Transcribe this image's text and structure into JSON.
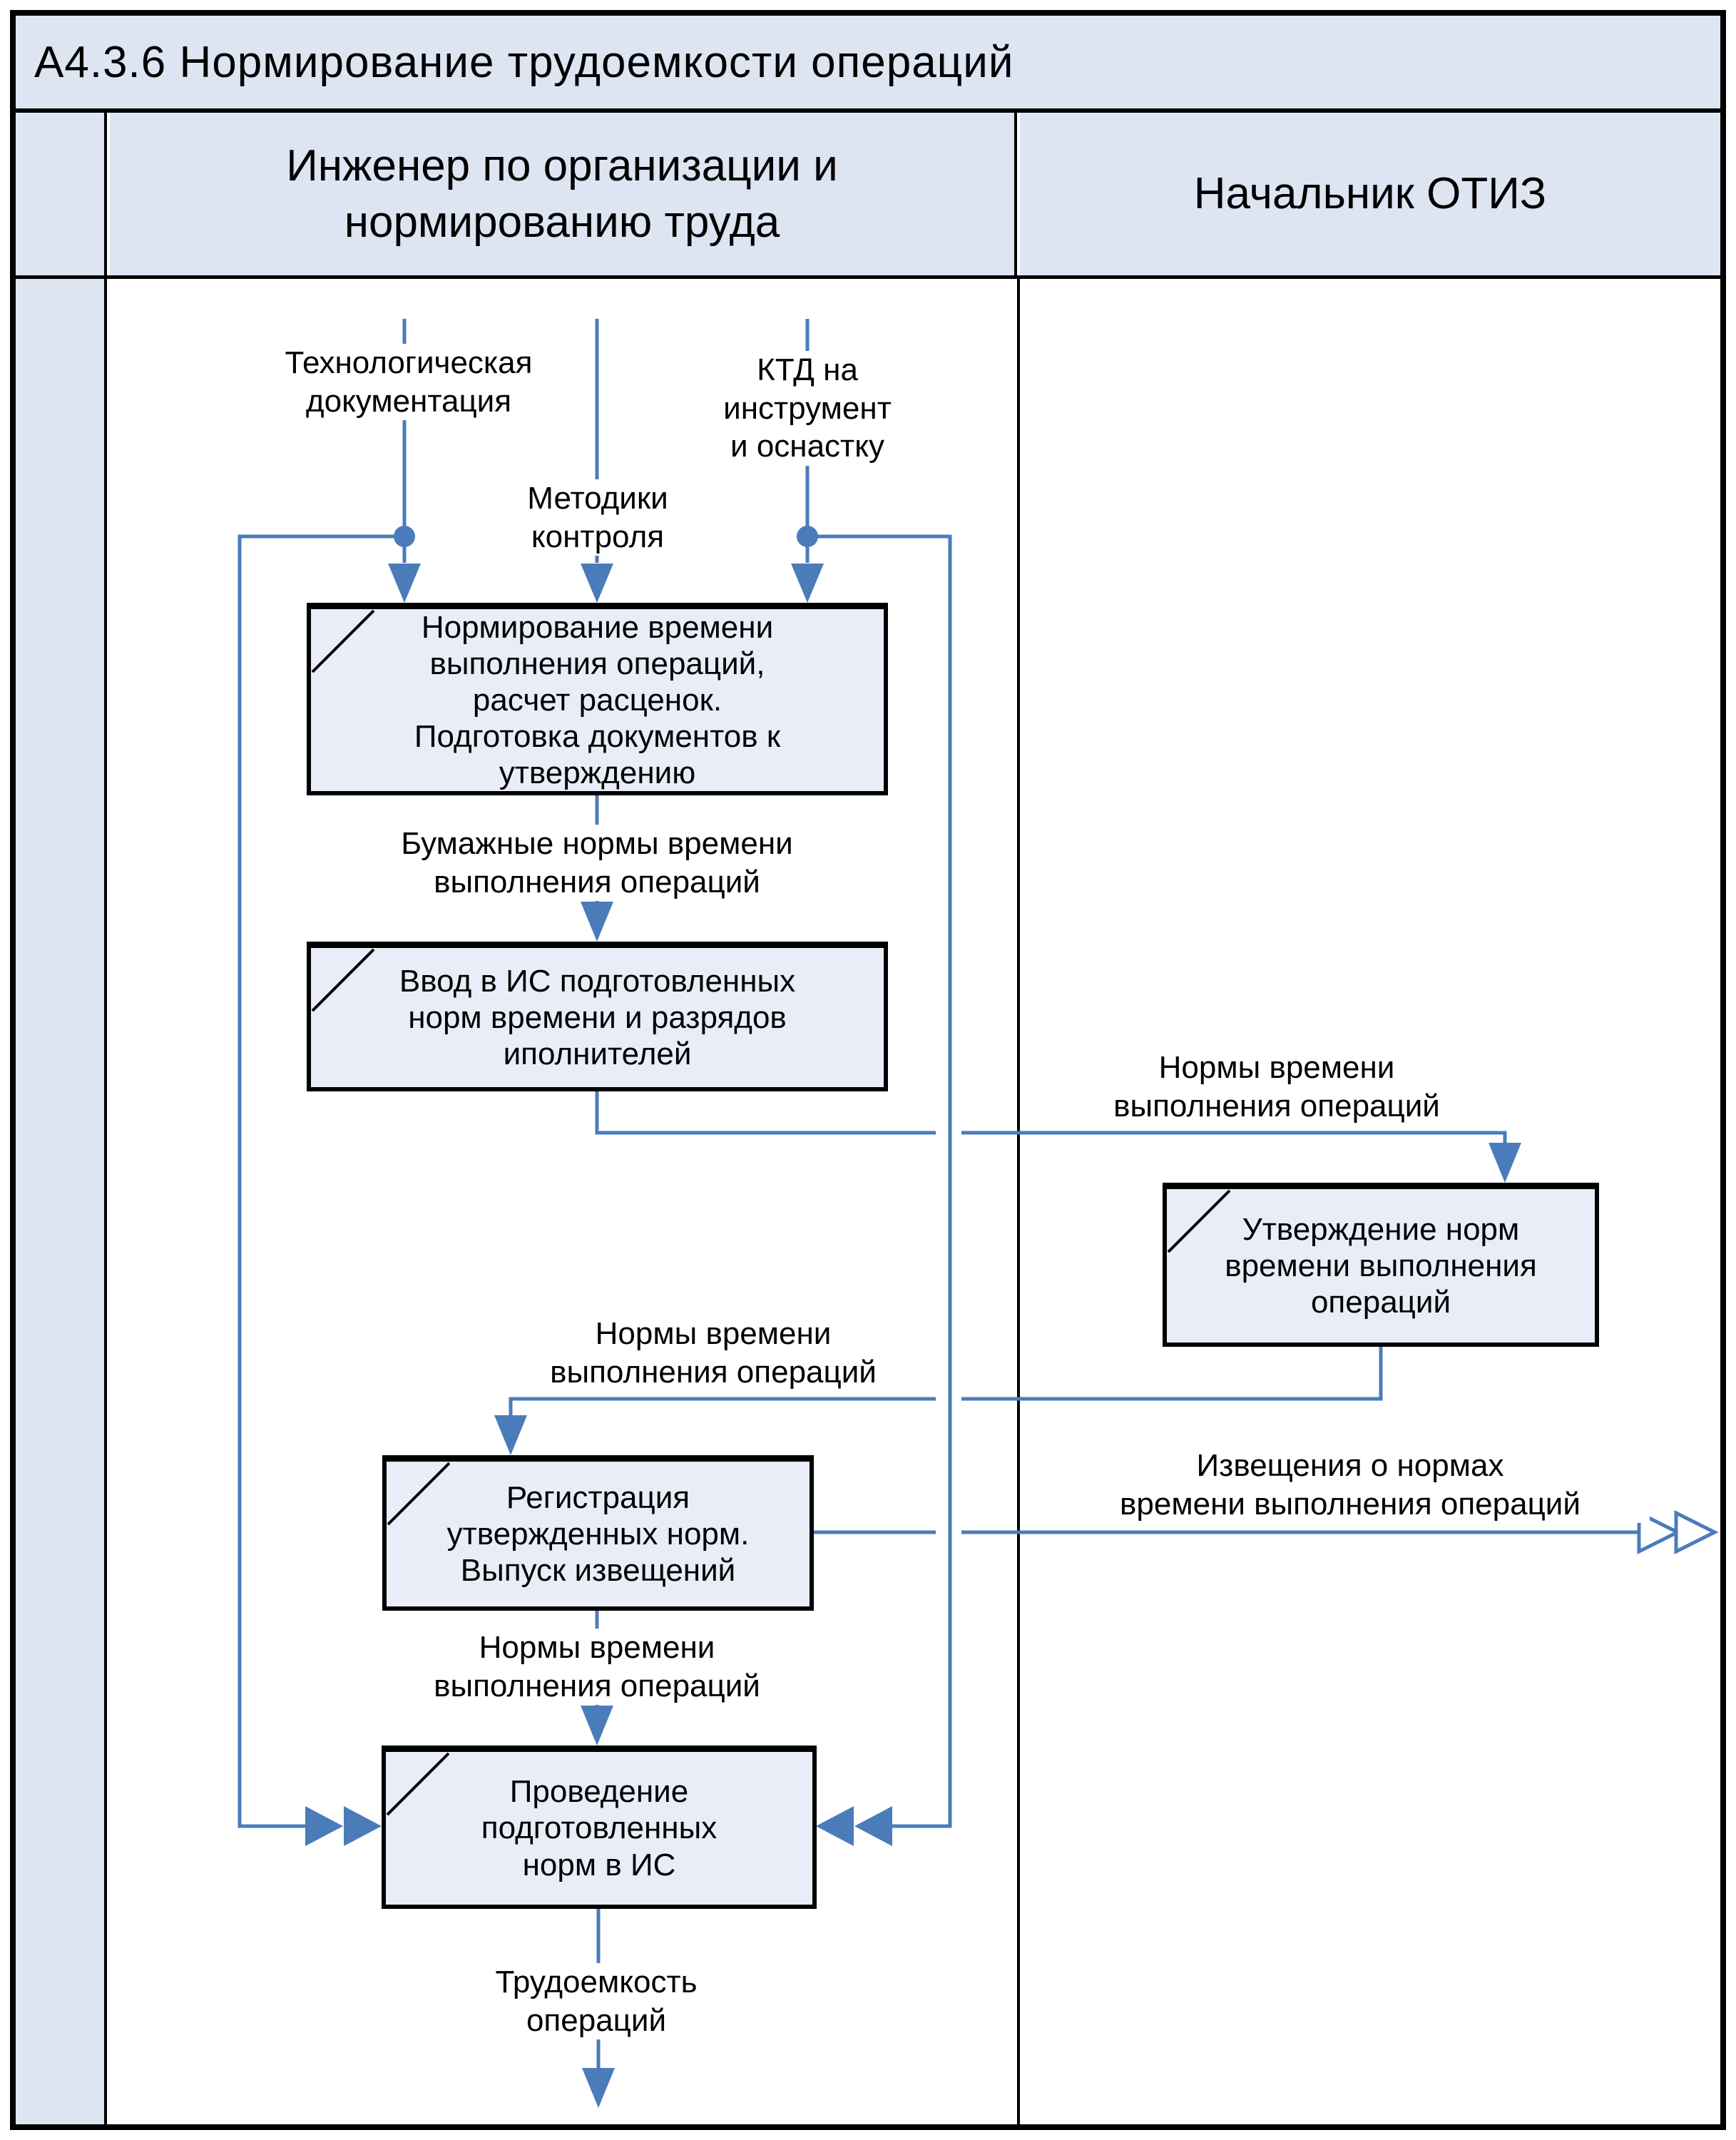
{
  "title": "А4.3.6 Нормирование трудоемкости операций",
  "lanes": {
    "engineer": [
      "Инженер по организации и",
      "нормированию труда"
    ],
    "otiz": "Начальник ОТИЗ"
  },
  "inputs": {
    "tech_doc": [
      "Технологическая",
      "документация"
    ],
    "control_methods": [
      "Методики",
      "контроля"
    ],
    "ktd": [
      "КТД на",
      "инструмент",
      "и оснастку"
    ]
  },
  "processes": {
    "p1": [
      "Нормирование времени",
      "выполнения операций,",
      "расчет расценок.",
      "Подготовка документов к",
      "утверждению"
    ],
    "p2": [
      "Ввод в ИС подготовленных",
      "норм времени и разрядов",
      "иполнителей"
    ],
    "p3": [
      "Утверждение норм",
      "времени выполнения",
      "операций"
    ],
    "p4": [
      "Регистрация",
      "утвержденных норм.",
      "Выпуск извещений"
    ],
    "p5": [
      "Проведение",
      "подготовленных",
      "норм в ИС"
    ]
  },
  "flow_labels": {
    "paper_norms": [
      "Бумажные нормы времени",
      "выполнения операций"
    ],
    "norms_to_approval": [
      "Нормы времени",
      "выполнения операций"
    ],
    "approved_norms": [
      "Нормы времени",
      "выполнения операций"
    ],
    "notices": [
      "Извещения о нормах",
      "времени выполнения операций"
    ],
    "norms_to_post": [
      "Нормы времени",
      "выполнения операций"
    ],
    "labor_intensity": [
      "Трудоемкость",
      "операций"
    ]
  },
  "colors": {
    "accent_blue": "#4a7cba",
    "panel_fill": "#dde4f2",
    "box_fill": "#e9edf7",
    "border": "#000000"
  }
}
